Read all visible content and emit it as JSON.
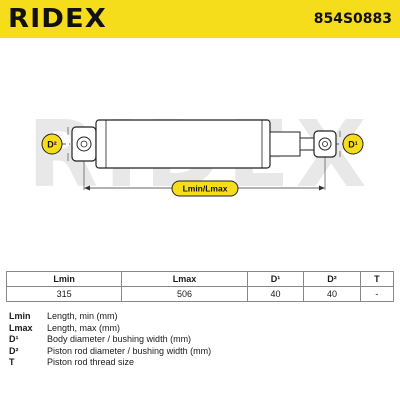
{
  "header": {
    "brand": "RIDEX",
    "part_number": "854S0883"
  },
  "diagram": {
    "watermark": "RIDEX",
    "label_d2": "D²",
    "label_d1": "D¹",
    "dimension_label": "Lmin/Lmax"
  },
  "table": {
    "headers": [
      "Lmin",
      "Lmax",
      "D¹",
      "D²",
      "T"
    ],
    "values": [
      "315",
      "506",
      "40",
      "40",
      "-"
    ]
  },
  "legend": [
    {
      "key": "Lmin",
      "desc": "Length, min (mm)"
    },
    {
      "key": "Lmax",
      "desc": "Length, max (mm)"
    },
    {
      "key": "D¹",
      "desc": "Body diameter / bushing width (mm)"
    },
    {
      "key": "D²",
      "desc": "Piston rod diameter / bushing width (mm)"
    },
    {
      "key": "T",
      "desc": "Piston rod thread size"
    }
  ],
  "colors": {
    "header_bg": "#f6dd1b",
    "line": "#222222",
    "watermark": "#e6e6e6"
  }
}
